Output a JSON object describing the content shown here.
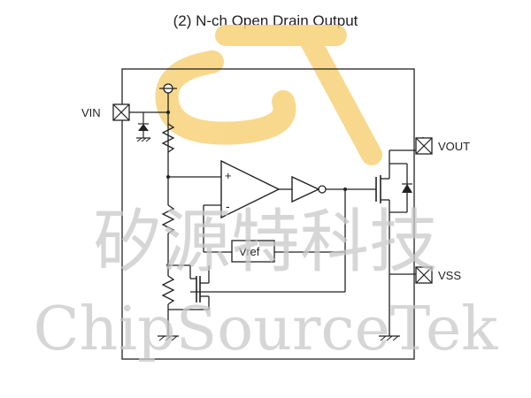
{
  "title": "(2) N-ch Open Drain Output",
  "pins": {
    "vin": "VIN",
    "vout": "VOUT",
    "vss": "VSS"
  },
  "vref_label": "Vref",
  "watermark": {
    "chinese": "矽源特科技",
    "latin": "ChipSourceTek",
    "logo": "ST"
  },
  "colors": {
    "logo": "#f7d27a",
    "watermark_text": "#c9c9c9",
    "wire": "#222222"
  }
}
